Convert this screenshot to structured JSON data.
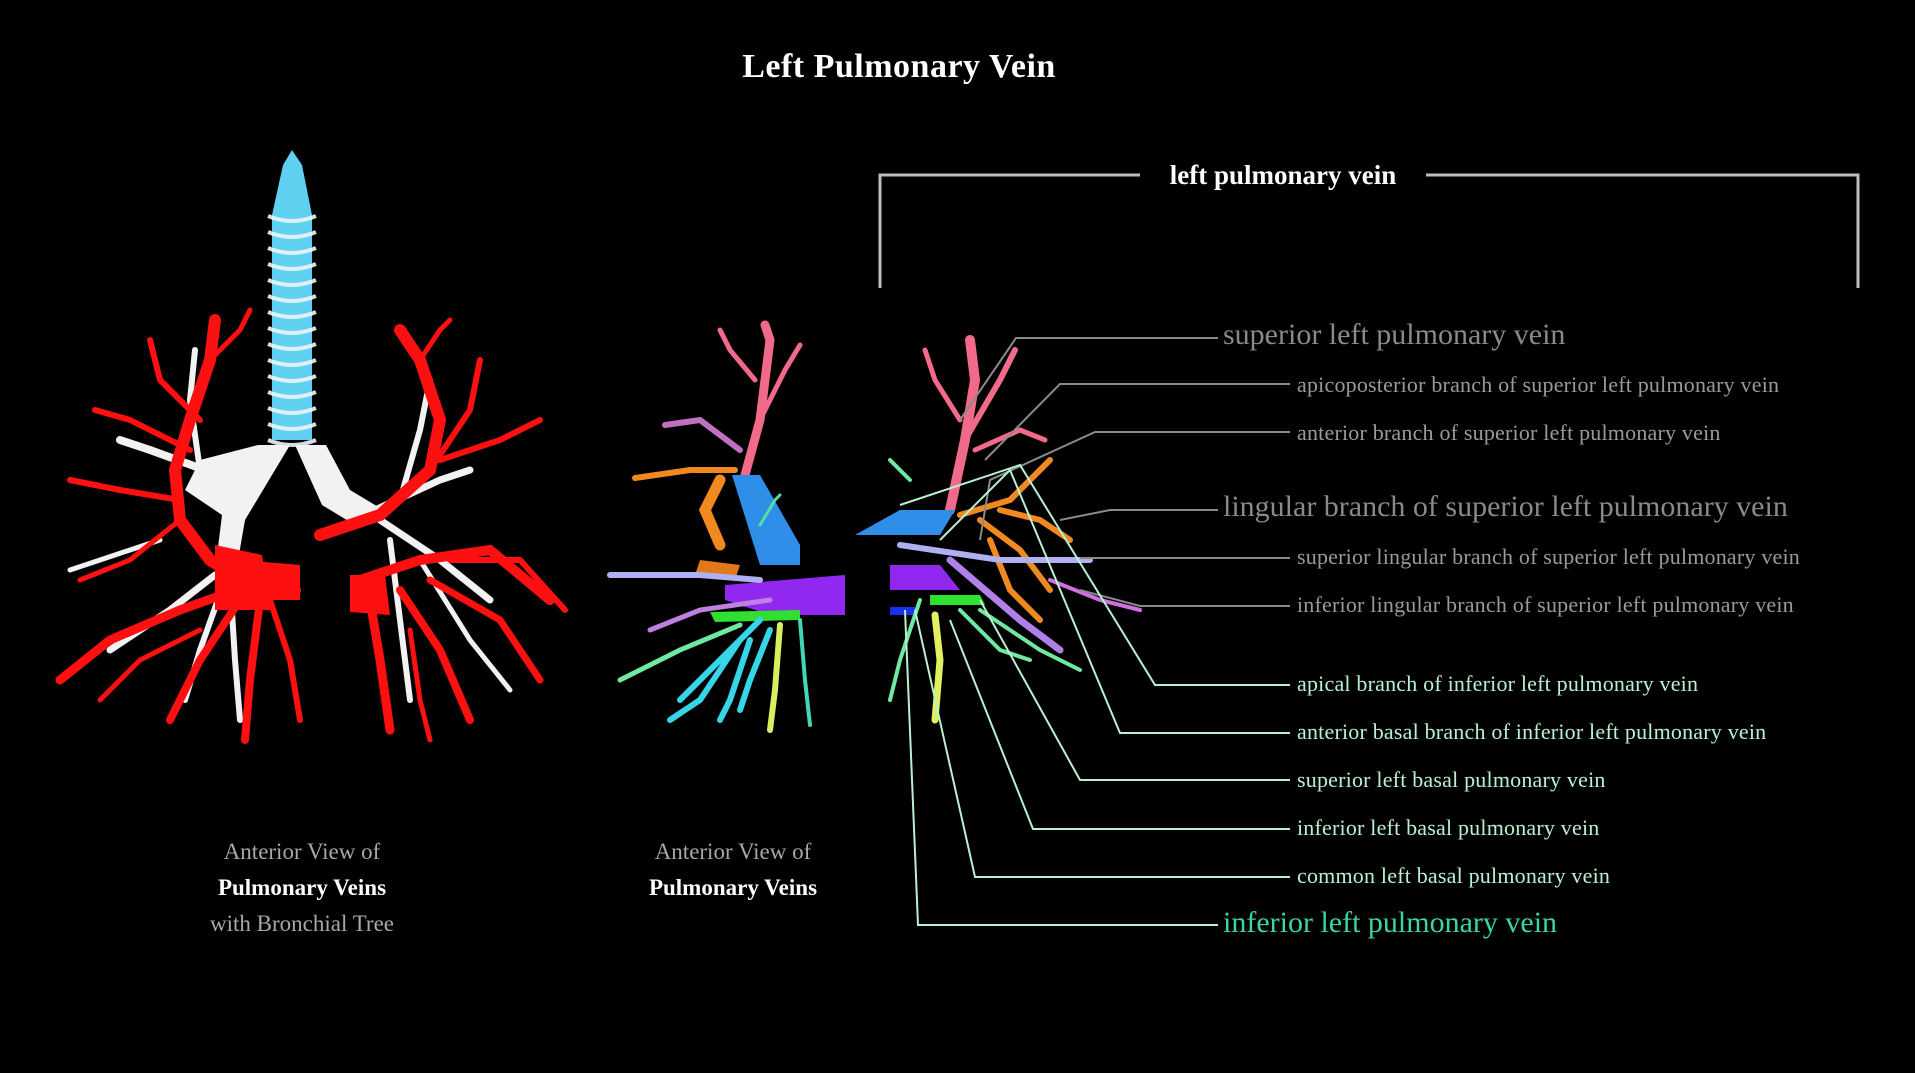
{
  "title": "Left Pulmonary Vein",
  "bracket": {
    "label": "left pulmonary vein"
  },
  "labels": [
    {
      "text": "superior left pulmonary vein",
      "group": "superior",
      "level": "major"
    },
    {
      "text": "apicoposterior branch of superior left pulmonary vein",
      "group": "superior",
      "level": "minor"
    },
    {
      "text": "anterior branch of superior left pulmonary vein",
      "group": "superior",
      "level": "minor"
    },
    {
      "text": "lingular branch of superior left pulmonary vein",
      "group": "superior",
      "level": "major"
    },
    {
      "text": "superior lingular branch of superior left pulmonary vein",
      "group": "superior",
      "level": "minor"
    },
    {
      "text": "inferior lingular branch of superior left pulmonary vein",
      "group": "superior",
      "level": "minor"
    },
    {
      "text": "apical branch of inferior left pulmonary vein",
      "group": "inferior",
      "level": "minor"
    },
    {
      "text": "anterior basal branch of inferior left pulmonary vein",
      "group": "inferior",
      "level": "minor"
    },
    {
      "text": "superior left basal pulmonary vein",
      "group": "inferior",
      "level": "minor"
    },
    {
      "text": "inferior left basal pulmonary vein",
      "group": "inferior",
      "level": "minor"
    },
    {
      "text": "common left basal pulmonary vein",
      "group": "inferior",
      "level": "minor"
    },
    {
      "text": "inferior left pulmonary vein",
      "group": "inferior",
      "level": "major"
    }
  ],
  "captions": {
    "left": {
      "line1": "Anterior View of",
      "line2": "Pulmonary Veins",
      "line3": "with Bronchial Tree"
    },
    "middle": {
      "line1": "Anterior View of",
      "line2": "Pulmonary Veins"
    }
  },
  "colors": {
    "background": "#000000",
    "superior_label": "#8a8a8a",
    "inferior_label": "#b9f0d2",
    "inferior_major_label": "#3ad6a0",
    "vein_red": "#ff1010",
    "bronchi_white": "#f2f2f2",
    "trachea_cyan": "#5fd0f0"
  }
}
